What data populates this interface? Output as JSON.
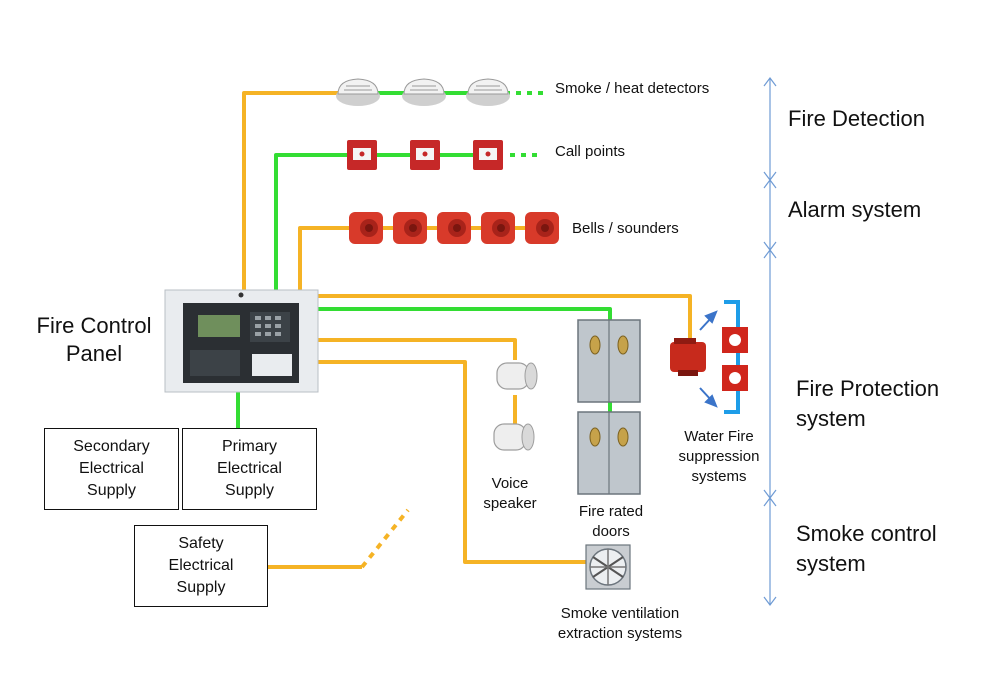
{
  "colors": {
    "yellow": "#f5b325",
    "green": "#33dd33",
    "blue_axis": "#6f9bd4",
    "blue_arrow": "#3b74c9",
    "blue_pipe": "#1e9de8",
    "red_device": "#cc2a2a"
  },
  "devices": {
    "detectors_label": "Smoke / heat detectors",
    "call_points_label": "Call points",
    "bells_label": "Bells / sounders"
  },
  "panel": {
    "label_line1": "Fire Control",
    "label_line2": "Panel"
  },
  "supplies": {
    "secondary": [
      "Secondary",
      "Electrical",
      "Supply"
    ],
    "primary": [
      "Primary",
      "Electrical",
      "Supply"
    ],
    "safety": [
      "Safety",
      "Electrical",
      "Supply"
    ]
  },
  "outputs": {
    "voice_speaker": [
      "Voice",
      "speaker"
    ],
    "doors": [
      "Fire rated",
      "doors"
    ],
    "water": [
      "Water Fire",
      "suppression",
      "systems"
    ],
    "smoke_vent": [
      "Smoke ventilation",
      "extraction systems"
    ]
  },
  "categories": {
    "detection": "Fire Detection",
    "alarm": "Alarm system",
    "protection": [
      "Fire Protection",
      "system"
    ],
    "smoke": [
      "Smoke control",
      "system"
    ]
  },
  "icons": [
    "smoke-detector-icon",
    "call-point-icon",
    "bell-sounder-icon",
    "voice-speaker-icon",
    "fire-door-icon",
    "pump-icon",
    "sprinkler-icon",
    "fan-icon"
  ]
}
